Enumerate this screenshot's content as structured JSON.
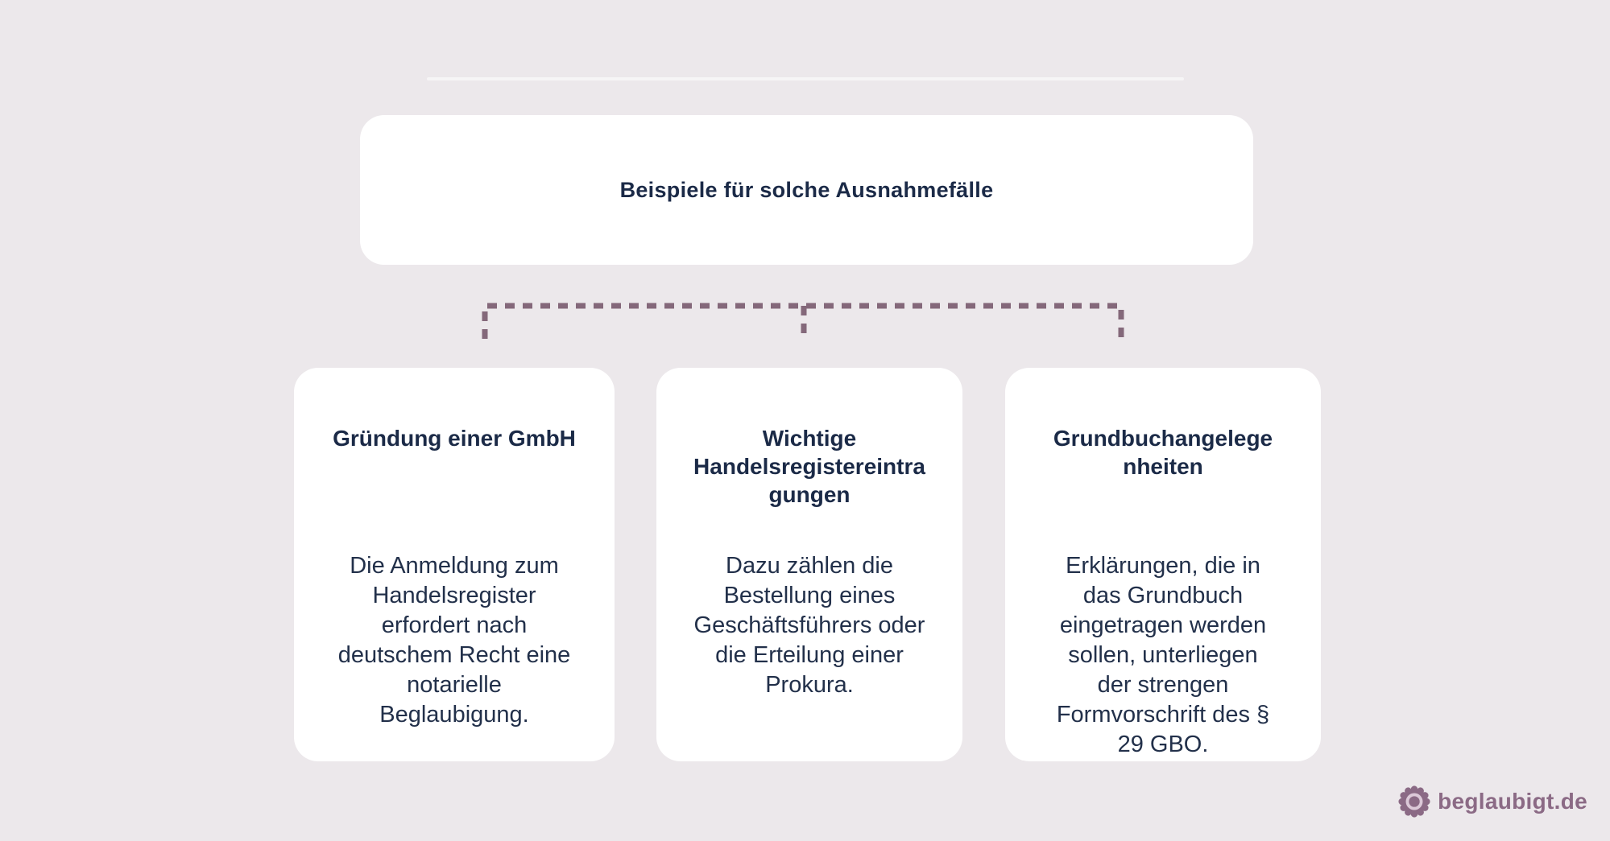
{
  "header": {
    "title": "Beispiele für solche Ausnahmefälle"
  },
  "cards": [
    {
      "title": "Gründung einer GmbH",
      "body": "Die Anmeldung zum\nHandelsregister\nerfordert nach\ndeutschem Recht eine\nnotarielle\nBeglaubigung."
    },
    {
      "title": "Wichtige\nHandelsregistereintra\ngungen",
      "body": "Dazu zählen die\nBestellung eines\nGeschäftsführers oder\ndie Erteilung einer\nProkura."
    },
    {
      "title": "Grundbuchangelege\nnheiten",
      "body": "Erklärungen, die in\ndas Grundbuch\neingetragen werden\nsollen, unterliegen\nder strengen\nFormvorschrift des §\n29 GBO."
    }
  ],
  "footer": {
    "brand": "beglaubigt.de",
    "brand_icon": "seal-badge-icon"
  },
  "colors": {
    "background": "#ECE8EB",
    "card": "#FFFFFF",
    "text": "#1B2A47",
    "connector": "#84687A",
    "brand": "#8B6A85"
  }
}
